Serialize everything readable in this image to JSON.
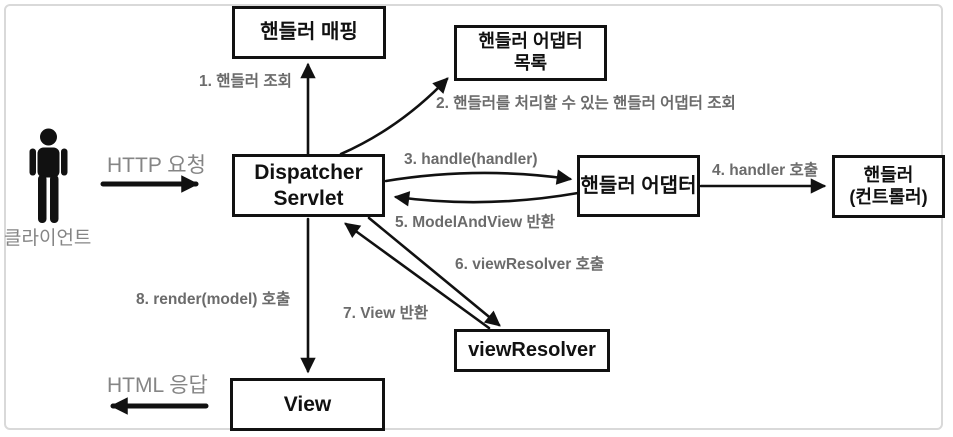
{
  "client": {
    "label": "클라이언트",
    "request_label": "HTTP 요청",
    "response_label": "HTML 응답",
    "icon": "person-icon"
  },
  "boxes": {
    "handler_mapping": {
      "line1": "핸들러 매핑"
    },
    "handler_adapter_list": {
      "line1": "핸들러 어댑터",
      "line2": "목록"
    },
    "dispatcher_servlet": {
      "line1": "Dispatcher",
      "line2": "Servlet"
    },
    "handler_adapter": {
      "line1": "핸들러 어댑터"
    },
    "handler_controller": {
      "line1": "핸들러",
      "line2": "(컨트롤러)"
    },
    "view_resolver": {
      "line1": "viewResolver"
    },
    "view": {
      "line1": "View"
    }
  },
  "steps": {
    "step1": "1. 핸들러 조회",
    "step2": "2. 핸들러를 처리할 수 있는 핸들러 어댑터 조회",
    "step3": "3. handle(handler)",
    "step4": "4. handler 호출",
    "step5": "5. ModelAndView 반환",
    "step6": "6. viewResolver 호출",
    "step7": "7. View 반환",
    "step8": "8. render(model) 호출"
  },
  "colors": {
    "arrow": "#111111",
    "box_border": "#111111",
    "step_label": "#6b6b6b",
    "client_label": "#858585",
    "frame_border": "#d9d9d9",
    "background": "#ffffff"
  }
}
